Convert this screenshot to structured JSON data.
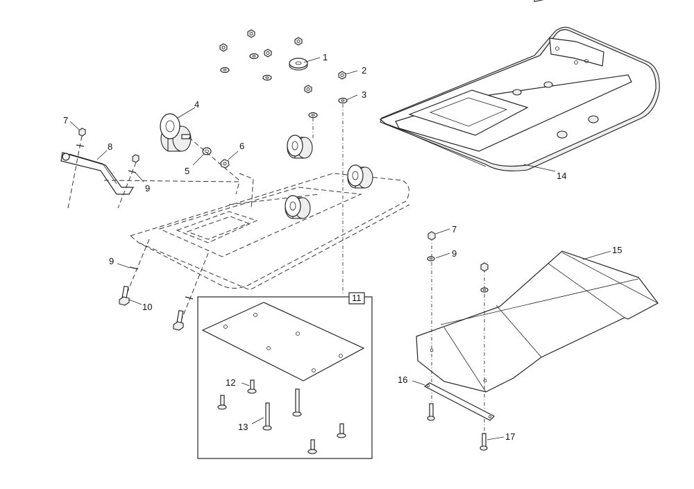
{
  "callouts": {
    "c1": "1",
    "c2": "2",
    "c3": "3",
    "c4": "4",
    "c5": "5",
    "c6": "6",
    "c7a": "7",
    "c8": "8",
    "c9a": "9",
    "c9b": "9",
    "c10": "10",
    "c11": "11",
    "c12": "12",
    "c13": "13",
    "c14": "14",
    "c7b": "7",
    "c9c": "9",
    "c15": "15",
    "c16": "16",
    "c17": "17"
  }
}
